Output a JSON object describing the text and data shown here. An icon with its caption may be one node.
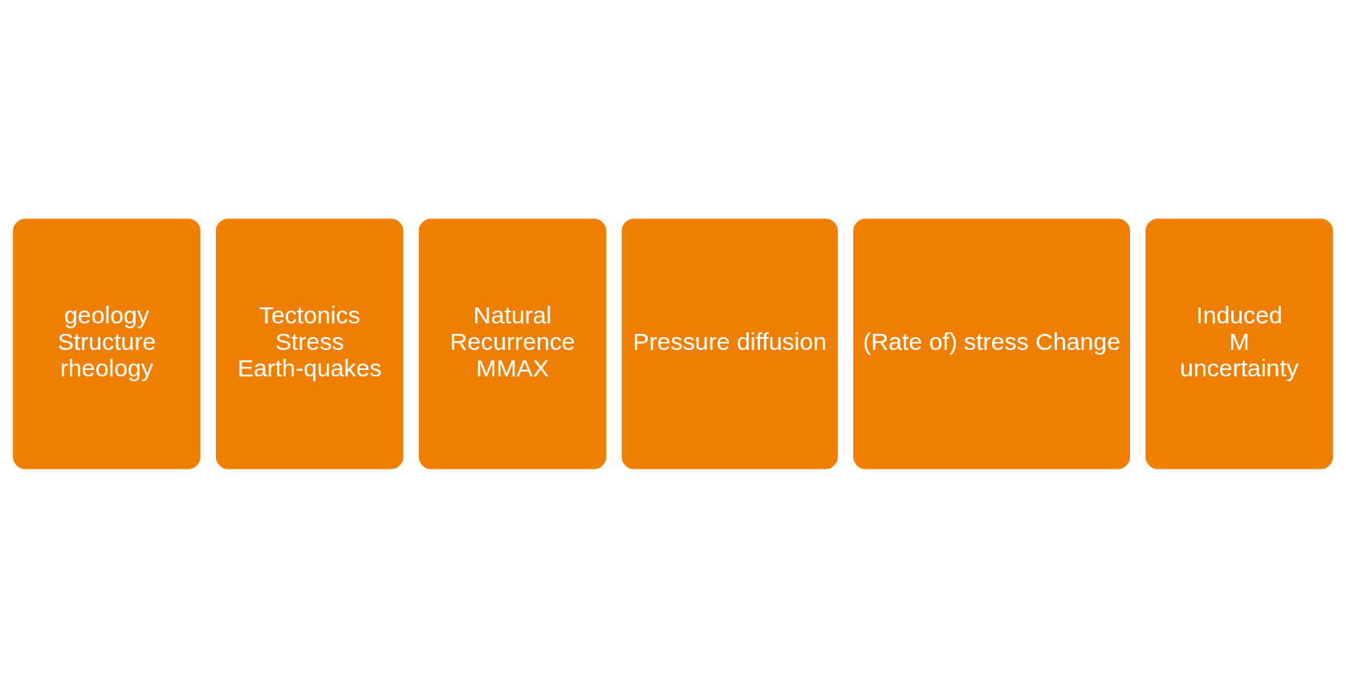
{
  "diagram": {
    "nodes": [
      {
        "text": [
          "geology",
          "Structure",
          "rheology"
        ]
      },
      {
        "text": [
          "Tectonics",
          "Stress",
          "Earth-quakes"
        ]
      },
      {
        "text": [
          "Natural",
          "Recurrence",
          "MMAX"
        ]
      },
      {
        "text": [
          "Pressure diffusion"
        ]
      },
      {
        "text": [
          "(Rate of) stress Change"
        ]
      },
      {
        "text": [
          "Induced",
          "M",
          "uncertainty"
        ]
      }
    ]
  }
}
